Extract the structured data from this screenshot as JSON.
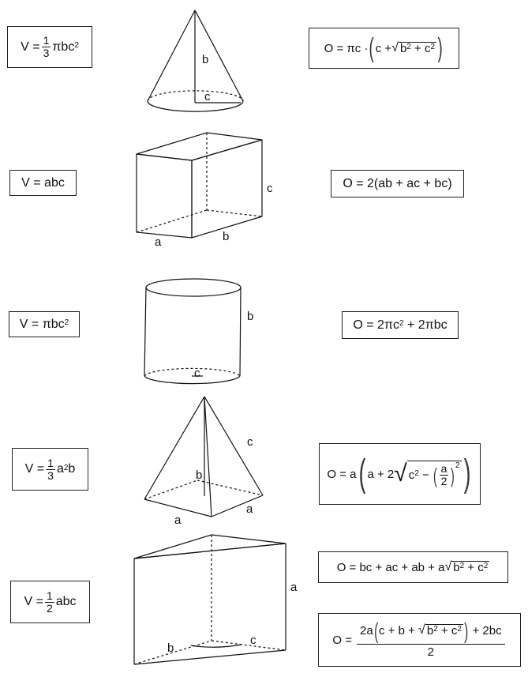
{
  "cone": {
    "volume": {
      "lhs": "V =",
      "frac_num": "1",
      "frac_den": "3",
      "rest": "πbc",
      "exp": "2"
    },
    "surface": {
      "lhs": "O = πc ·",
      "t1": "c +",
      "rad_b": "b",
      "exp1": "2",
      "rad_plus": "+ c",
      "exp2": "2"
    },
    "labels": {
      "b": "b",
      "c": "c"
    }
  },
  "cuboid": {
    "volume": {
      "text": "V = abc"
    },
    "surface": {
      "text": "O = 2(ab + ac + bc)"
    },
    "labels": {
      "a": "a",
      "b": "b",
      "c": "c"
    }
  },
  "cylinder": {
    "volume": {
      "lhs": "V = πbc",
      "exp": "2"
    },
    "surface": {
      "lhs": "O = 2πc",
      "exp": "2",
      "rest": "+ 2πbc"
    },
    "labels": {
      "b": "b",
      "c": "c"
    }
  },
  "pyramid": {
    "volume": {
      "lhs": "V =",
      "frac_num": "1",
      "frac_den": "3",
      "rest": "a",
      "exp": "2",
      "tail": "b"
    },
    "surface": {
      "lhs": "O = a",
      "t1": "a + 2",
      "rad_c": "c",
      "exp1": "2",
      "minus": "−",
      "in_num": "a",
      "in_den": "2",
      "exp_out": "2"
    },
    "labels": {
      "b": "b",
      "c": "c",
      "a1": "a",
      "a2": "a"
    }
  },
  "prism": {
    "volume": {
      "lhs": "V =",
      "frac_num": "1",
      "frac_den": "2",
      "rest": "abc"
    },
    "surface1": {
      "lhs": "O = bc + ac + ab + a",
      "rad_b": "b",
      "exp1": "2",
      "rad_plus": "+ c",
      "exp2": "2"
    },
    "surface2": {
      "lhs": "O =",
      "num_a": "2a",
      "num_in": "c + b +",
      "rad_b": "b",
      "exp1": "2",
      "rad_plus": "+ c",
      "exp2": "2",
      "num_tail": "+ 2bc",
      "den": "2"
    },
    "labels": {
      "a": "a",
      "b": "b",
      "c": "c"
    }
  }
}
